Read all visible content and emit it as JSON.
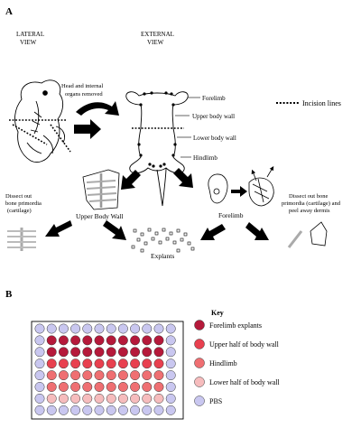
{
  "panel_a": {
    "label": "A",
    "lateral_view": [
      "LATERAL",
      "VIEW"
    ],
    "external_view": [
      "EXTERNAL",
      "VIEW"
    ],
    "head_removed": [
      "Head and internal",
      "organs removed"
    ],
    "incision_lines": "Incision lines",
    "forelimb": "Forelimb",
    "upper_body_wall": "Upper body wall",
    "lower_body_wall": "Lower body wall",
    "hindlimb": "Hindlimb",
    "dissect_left": [
      "Dissect out",
      "bone primordia",
      "(cartilage)"
    ],
    "upper_body_wall_title": "Upper Body Wall",
    "forelimb_title": "Forelimb",
    "explants": "Explants",
    "dissect_right": [
      "Dissect out bone",
      "primordia (cartilage) and",
      "peel away dermis"
    ]
  },
  "panel_b": {
    "label": "B",
    "key_title": "Key",
    "key": [
      {
        "label": "Forelimb explants",
        "color": "#b5193a"
      },
      {
        "label": "Upper half of body wall",
        "color": "#e8404f"
      },
      {
        "label": "Hindlimb",
        "color": "#ef6f72"
      },
      {
        "label": "Lower half of body wall",
        "color": "#f6bcbd"
      },
      {
        "label": "PBS",
        "color": "#c9c7f0"
      }
    ],
    "plate": {
      "rows": 8,
      "cols": 12,
      "layout": [
        "PPPPPPPPPPPP",
        "PFFFFFFFFFFP",
        "PFFFFFFFFFFP",
        "PUUUUUUUUUUP",
        "PHHHHHHHHHHP",
        "PHHHHHHHHHHP",
        "PLLLLLLLLLLP",
        "PPPPPPPPPPPP"
      ]
    }
  }
}
